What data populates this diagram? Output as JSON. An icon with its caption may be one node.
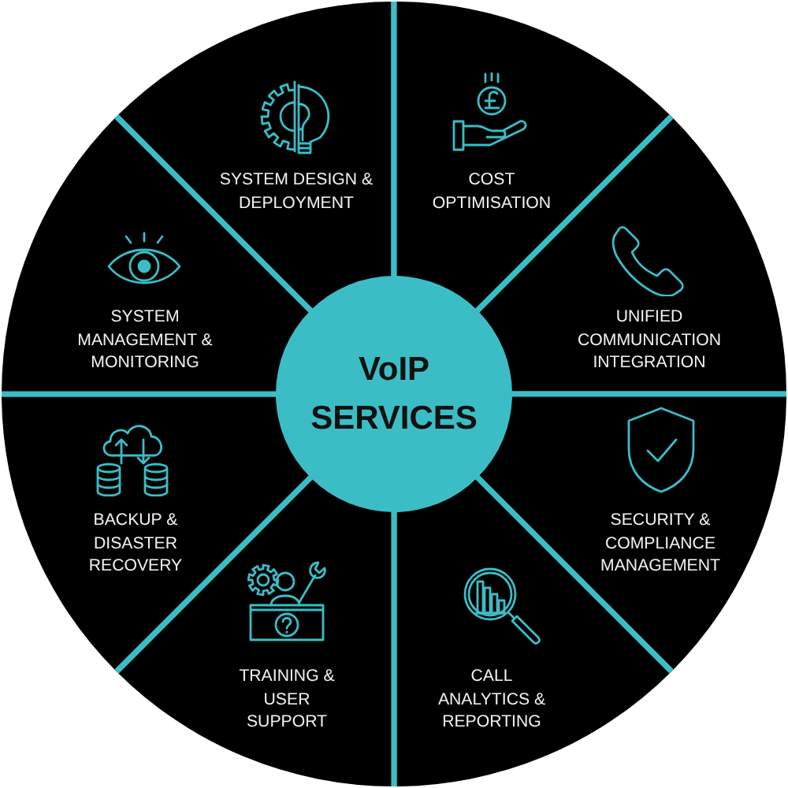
{
  "diagram": {
    "nodes": [
      {
        "text": [
          "VoIP SERVICES"
        ]
      },
      {
        "text": [
          "SYSTEM DESIGN & DEPLOYMENT"
        ]
      },
      {
        "text": [
          "COST OPTIMISATION"
        ]
      },
      {
        "text": [
          "UNIFIED COMMUNICATION INTEGRATION"
        ]
      },
      {
        "text": [
          "SECURITY & COMPLIANCE MANAGEMENT"
        ]
      },
      {
        "text": [
          "CALL ANALYTICS & REPORTING"
        ]
      },
      {
        "text": [
          "TRAINING & USER SUPPORT"
        ]
      },
      {
        "text": [
          "BACKUP & DISASTER RECOVERY"
        ]
      },
      {
        "text": [
          "SYSTEM MANAGEMENT & MONITORING"
        ]
      }
    ]
  }
}
